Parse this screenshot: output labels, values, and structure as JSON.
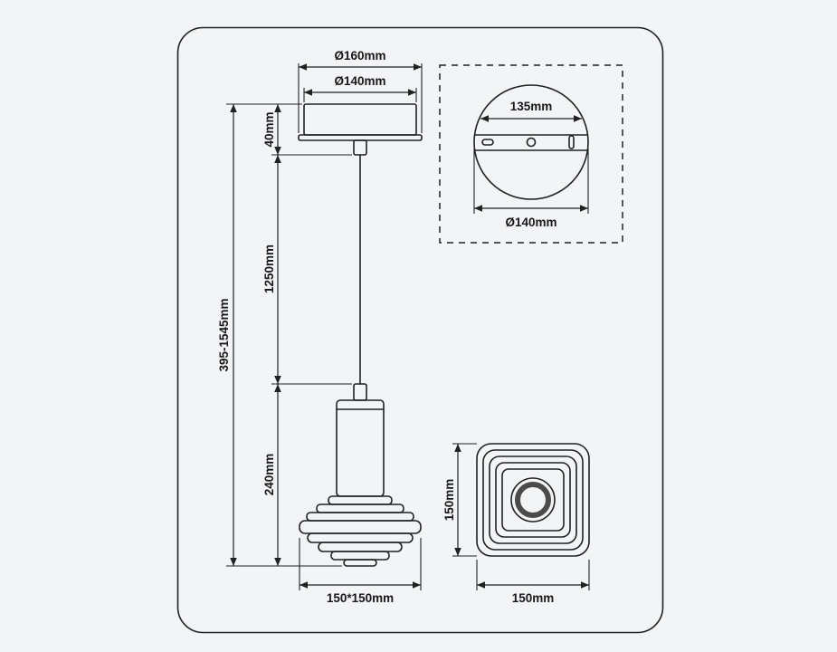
{
  "page": {
    "background": "#f3f4f5",
    "frame_background": "#ffffff",
    "line_color": "#1f2123"
  },
  "side_view": {
    "dim_canopy_plate_diameter": "Ø160mm",
    "dim_canopy_body_diameter": "Ø140mm",
    "dim_canopy_height": "40mm",
    "dim_cable_length": "1250mm",
    "dim_fixture_height": "240mm",
    "dim_total_height": "395-1545mm",
    "dim_shade_size": "150*150mm"
  },
  "plate_top_view": {
    "dim_mounting_spacing": "135mm",
    "dim_plate_diameter": "Ø140mm"
  },
  "shade_bottom_view": {
    "dim_side_height": "150mm",
    "dim_side_width": "150mm"
  }
}
